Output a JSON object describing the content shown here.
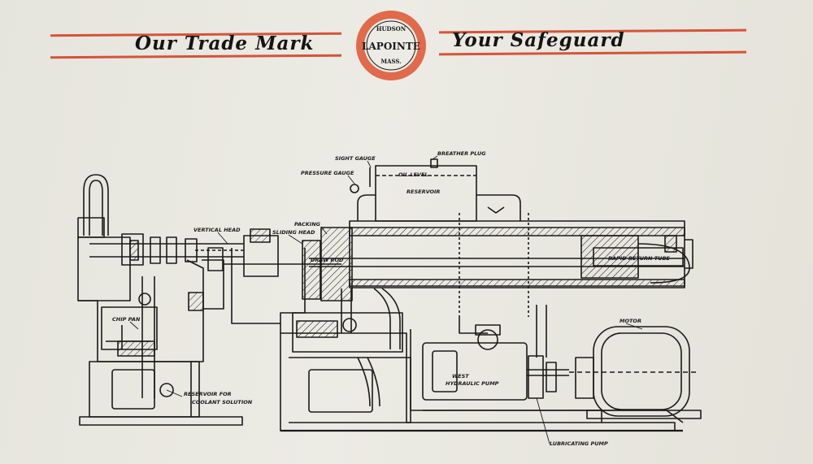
{
  "header": {
    "left_slogan": "Our Trade Mark",
    "right_slogan": "Your Safeguard",
    "seal": {
      "top": "HUDSON",
      "center": "LAPOINTE",
      "bottom": "MASS."
    },
    "colors": {
      "accent": "#d4543a",
      "ink": "#1a1a1a",
      "paper": "#e9e7de"
    }
  },
  "labels": {
    "breather_plug": "BREATHER PLUG",
    "sight_gauge": "SIGHT GAUGE",
    "pressure_gauge": "PRESSURE GAUGE",
    "oil_level": "OIL LEVEL",
    "reservoir": "RESERVOIR",
    "packing": "PACKING",
    "vertical_head": "VERTICAL HEAD",
    "sliding_head": "SLIDING HEAD",
    "draw_rod": "DRAW ROD",
    "rapid_return_tube": "RAPID RETURN TUBE",
    "chip_pan": "CHIP PAN",
    "motor": "MOTOR",
    "west_hydraulic_pump_1": "WEST",
    "west_hydraulic_pump_2": "HYDRAULIC PUMP",
    "reservoir_coolant_1": "RESERVOIR FOR",
    "reservoir_coolant_2": "COOLANT SOLUTION",
    "lubricating_pump": "LUBRICATING PUMP"
  }
}
